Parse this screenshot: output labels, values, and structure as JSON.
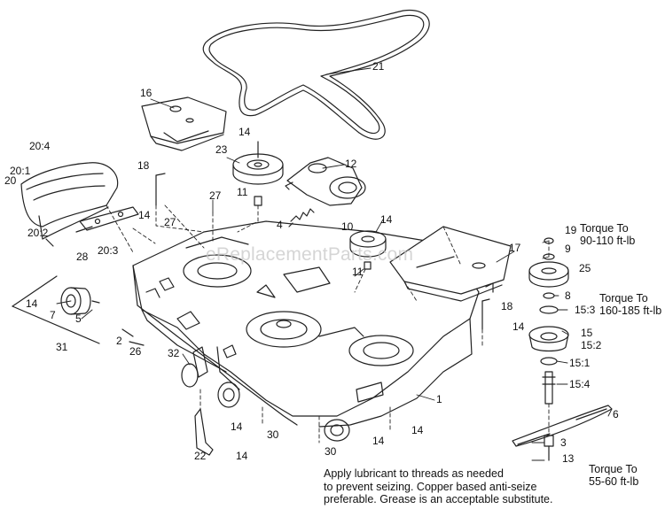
{
  "watermark": "eReplacementParts.com",
  "labels": {
    "p1": "1",
    "p2": "2",
    "p3": "3",
    "p4": "4",
    "p5": "5",
    "p6": "6",
    "p7": "7",
    "p8": "8",
    "p9": "9",
    "p10": "10",
    "p11a": "11",
    "p11b": "11",
    "p12": "12",
    "p13": "13",
    "p14a": "14",
    "p14b": "14",
    "p14c": "14",
    "p14d": "14",
    "p14e": "14",
    "p14f": "14",
    "p14g": "14",
    "p14h": "14",
    "p14i": "14",
    "p15": "15",
    "p15_1": "15:1",
    "p15_2": "15:2",
    "p15_3": "15:3",
    "p15_4": "15:4",
    "p16": "16",
    "p17": "17",
    "p18a": "18",
    "p18b": "18",
    "p19": "19",
    "p20": "20",
    "p20_1": "20:1",
    "p20_2": "20:2",
    "p20_3": "20:3",
    "p20_4": "20:4",
    "p21": "21",
    "p22": "22",
    "p23": "23",
    "p25": "25",
    "p26": "26",
    "p27a": "27",
    "p27b": "27",
    "p28": "28",
    "p30a": "30",
    "p30b": "30",
    "p31": "31",
    "p32": "32"
  },
  "torque": {
    "t19": [
      "Torque To",
      "90-110 ft-lb"
    ],
    "t15_3": [
      "Torque To",
      "160-185 ft-lb"
    ],
    "t13": [
      "Torque To",
      "55-60 ft-lb"
    ]
  },
  "note_lines": [
    "Apply lubricant to threads as needed",
    "to prevent seizing. Copper based anti-seize",
    "preferable. Grease is an acceptable substitute."
  ]
}
